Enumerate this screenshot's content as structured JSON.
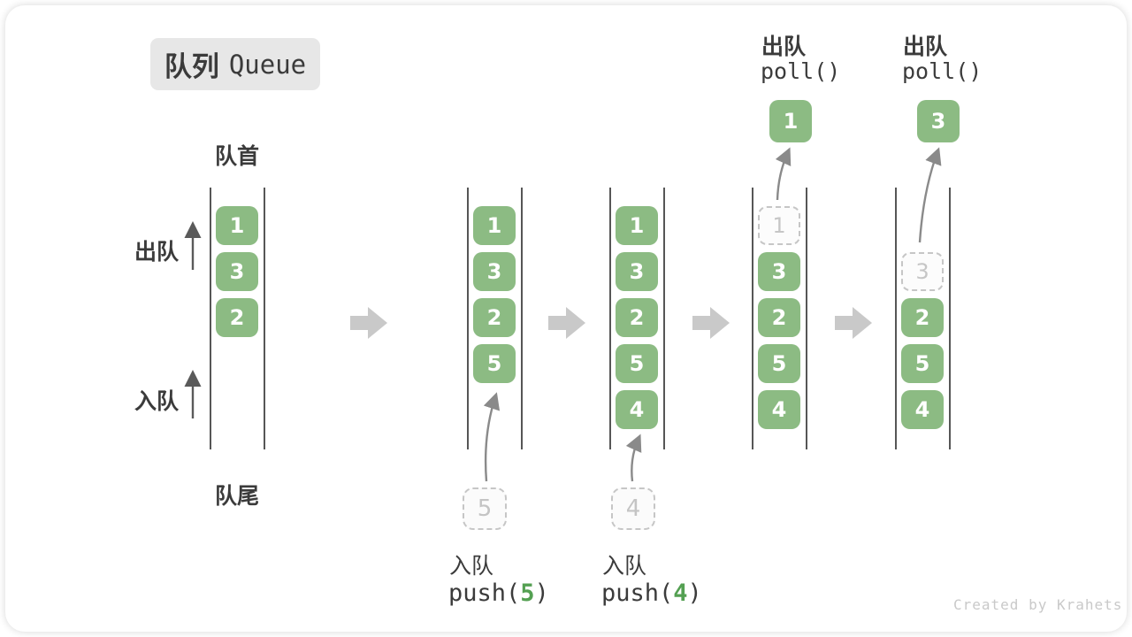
{
  "title": {
    "zh": "队列",
    "en": "Queue"
  },
  "labels": {
    "front": "队首",
    "rear": "队尾",
    "dequeue": "出队",
    "enqueue": "入队"
  },
  "states": [
    {
      "cells": [
        "1",
        "3",
        "2"
      ]
    },
    {
      "cells": [
        "1",
        "3",
        "2",
        "5"
      ]
    },
    {
      "cells": [
        "1",
        "3",
        "2",
        "5",
        "4"
      ]
    },
    {
      "ghost": "1",
      "cells": [
        "3",
        "2",
        "5",
        "4"
      ]
    },
    {
      "ghost": "3",
      "cells": [
        "2",
        "5",
        "4"
      ]
    }
  ],
  "push_ops": [
    {
      "label": "入队",
      "fn_open": "push(",
      "num": "5",
      "fn_close": ")",
      "ghost": "5"
    },
    {
      "label": "入队",
      "fn_open": "push(",
      "num": "4",
      "fn_close": ")",
      "ghost": "4"
    }
  ],
  "poll_ops": [
    {
      "label": "出队",
      "code": "poll()",
      "value": "1"
    },
    {
      "label": "出队",
      "code": "poll()",
      "value": "3"
    }
  ],
  "credit": "Created by Krahets",
  "colors": {
    "box_green": "#8CBB83",
    "num_green": "#54A052",
    "block_arrow": "#C9C9C9",
    "arrow_line": "#8A8A8A",
    "label_text": "#3B3B3B",
    "ghost_gray": "#C6C6C6",
    "badge_bg": "#E7E7E7"
  }
}
